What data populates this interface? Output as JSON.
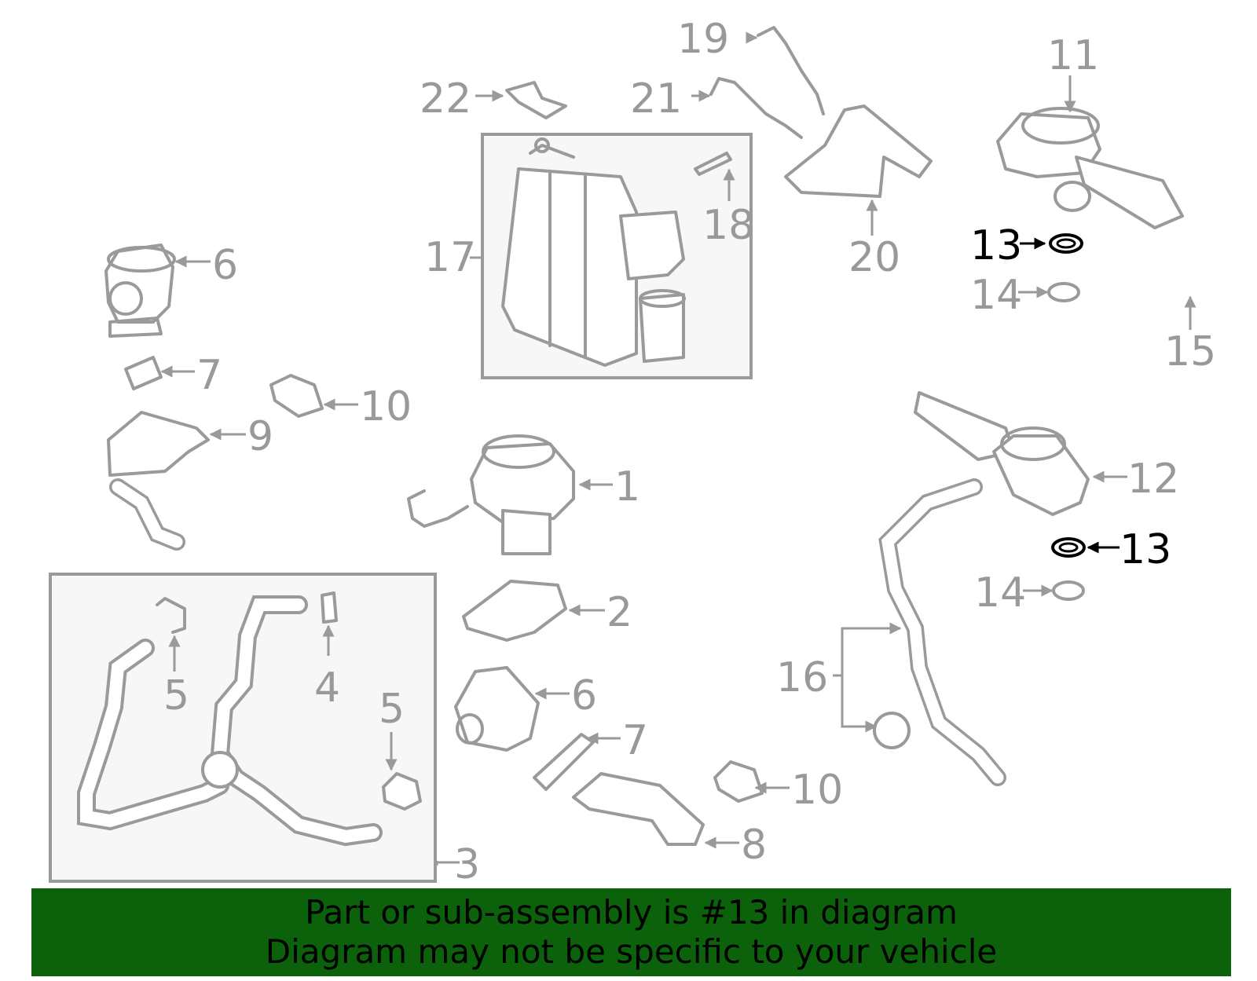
{
  "labels": {
    "p1": "1",
    "p2": "2",
    "p3": "3",
    "p4": "4",
    "p5a": "5",
    "p5b": "5",
    "p6a": "6",
    "p6b": "6",
    "p7a": "7",
    "p7b": "7",
    "p8": "8",
    "p9": "9",
    "p10a": "10",
    "p10b": "10",
    "p11": "11",
    "p12": "12",
    "p13a": "13",
    "p13b": "13",
    "p14a": "14",
    "p14b": "14",
    "p15": "15",
    "p16": "16",
    "p17": "17",
    "p18": "18",
    "p19": "19",
    "p20": "20",
    "p21": "21",
    "p22": "22"
  },
  "highlight_part": "13",
  "colors": {
    "part_gray": "#9a9a9a",
    "highlight": "#000000",
    "banner_bg": "#0b620b"
  },
  "banner": {
    "line1": "Part or sub-assembly is #13 in diagram",
    "line2": "Diagram may not be specific to your vehicle"
  }
}
